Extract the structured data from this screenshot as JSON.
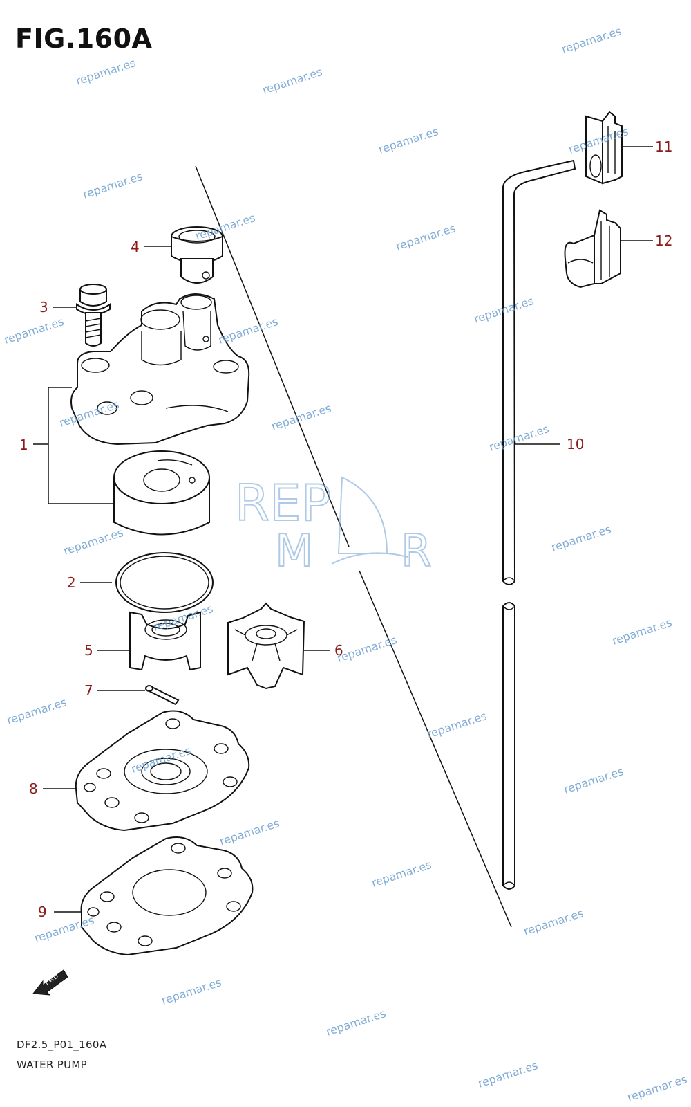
{
  "figure": {
    "title": "FIG.160A",
    "code": "DF2.5_P01_160A",
    "caption": "WATER PUMP",
    "fwd_label": "FWD",
    "watermark_text": "repamar.es",
    "logo_text": [
      "REP",
      "M",
      "R"
    ]
  },
  "callouts": [
    {
      "number": "1",
      "part": "pump case"
    },
    {
      "number": "2",
      "part": "o-ring"
    },
    {
      "number": "3",
      "part": "bolt"
    },
    {
      "number": "4",
      "part": "water tube seal"
    },
    {
      "number": "5",
      "part": "pump liner"
    },
    {
      "number": "6",
      "part": "impeller"
    },
    {
      "number": "7",
      "part": "key pin"
    },
    {
      "number": "8",
      "part": "lower pump plate"
    },
    {
      "number": "9",
      "part": "gasket"
    },
    {
      "number": "10",
      "part": "water tube"
    },
    {
      "number": "11",
      "part": "grommet"
    },
    {
      "number": "12",
      "part": "grommet"
    }
  ],
  "colors": {
    "callout": "#8b1a1a",
    "watermark": "#6b9ed0",
    "linework": "#111111"
  }
}
